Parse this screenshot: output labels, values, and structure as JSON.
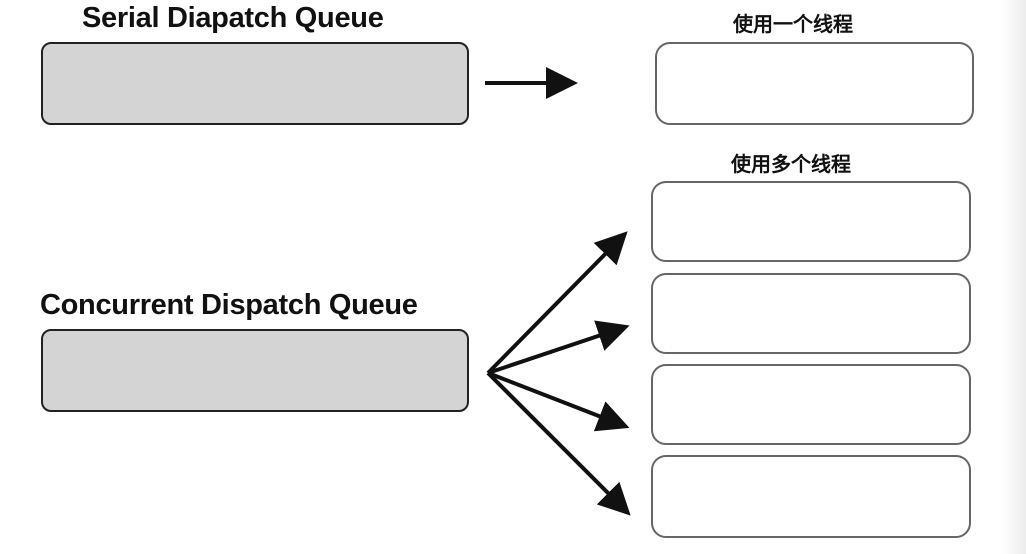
{
  "serial_queue": {
    "title": "Serial Diapatch Queue",
    "caption": "使用一个线程",
    "thread_count": 1
  },
  "concurrent_queue": {
    "title": "Concurrent Dispatch Queue",
    "caption": "使用多个线程",
    "thread_count": 4
  },
  "colors": {
    "queue_fill": "#d4d4d4",
    "queue_border": "#222222",
    "thread_border": "#666666",
    "arrow": "#111111",
    "text": "#111111"
  }
}
